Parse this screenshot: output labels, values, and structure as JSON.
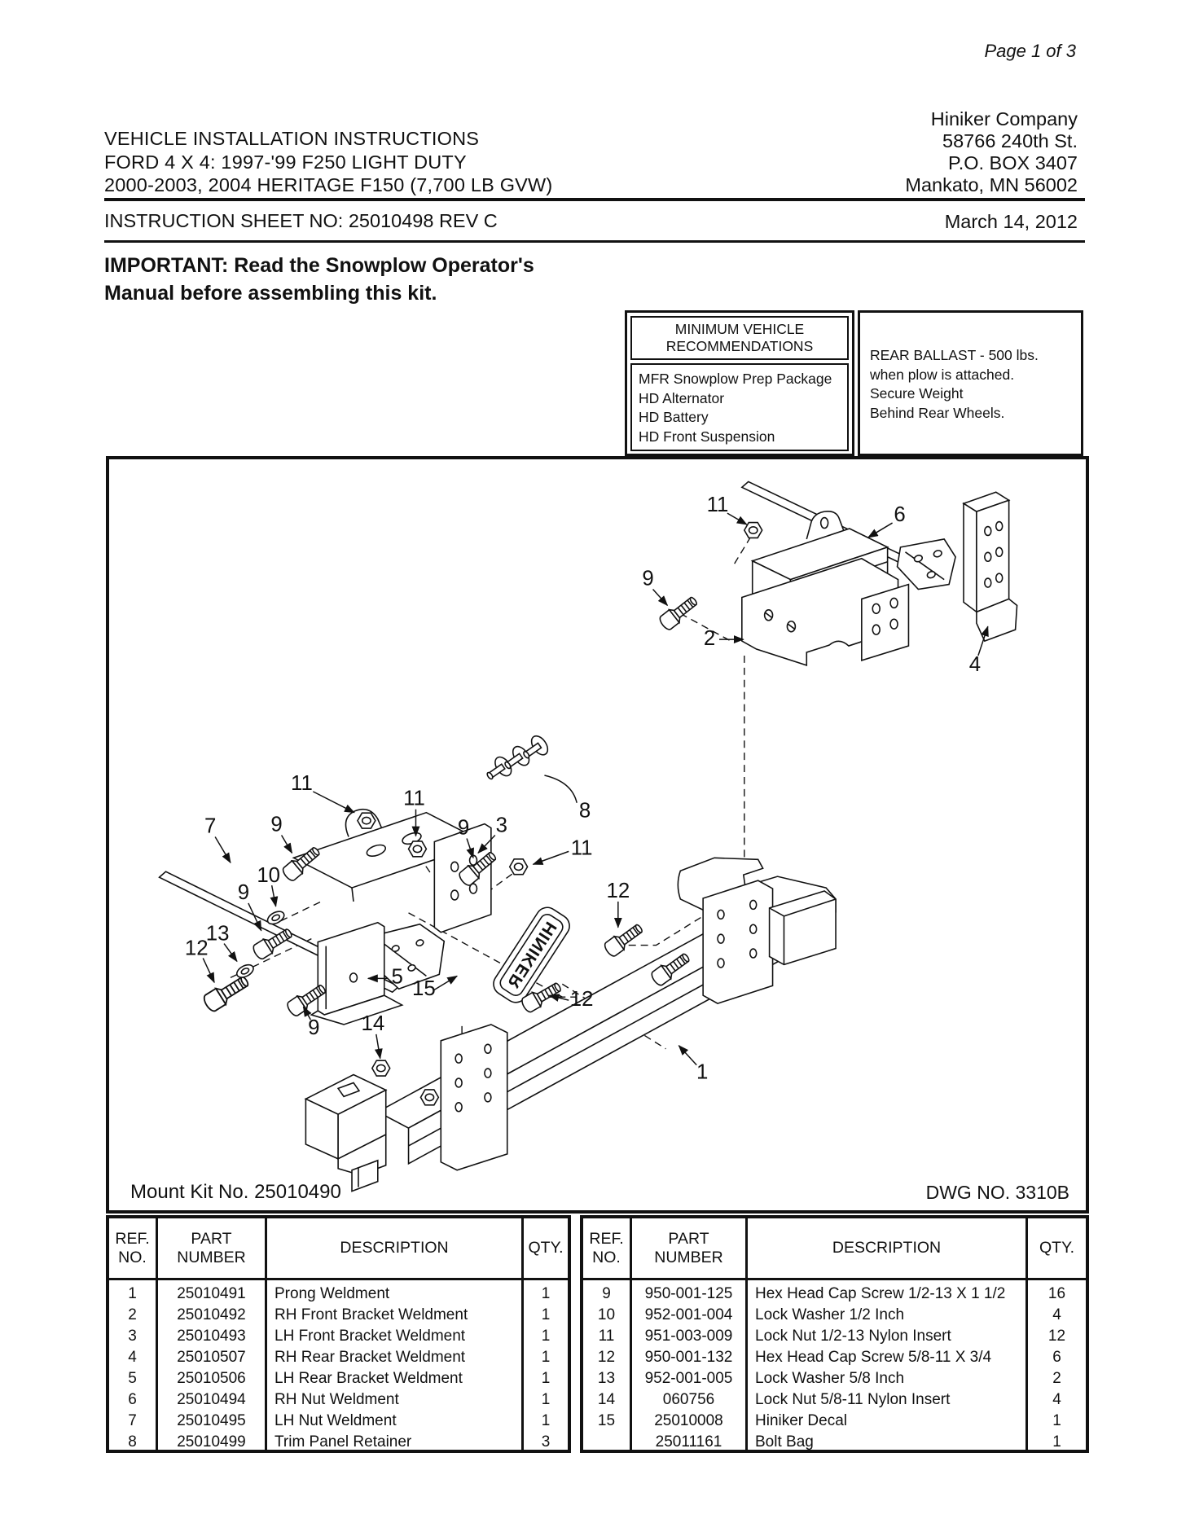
{
  "page_indicator": "Page 1 of 3",
  "header": {
    "title_lines": [
      "VEHICLE INSTALLATION INSTRUCTIONS",
      "FORD 4 X 4: 1997-'99 F250 LIGHT DUTY",
      "2000-2003, 2004 HERITAGE F150 (7,700 LB GVW)"
    ],
    "company_lines": [
      "Hiniker Company",
      "58766 240th St.",
      "P.O. BOX 3407",
      "Mankato, MN 56002"
    ]
  },
  "sheet": {
    "number_line": "INSTRUCTION SHEET NO: 25010498 REV C",
    "date": "March 14, 2012"
  },
  "important_note": {
    "line1": "IMPORTANT: Read the Snowplow Operator's",
    "line2": "Manual before assembling this kit."
  },
  "recommendations": {
    "title_line1": "MINIMUM VEHICLE",
    "title_line2": "RECOMMENDATIONS",
    "items": [
      "MFR Snowplow Prep Package",
      "HD Alternator",
      "HD Battery",
      "HD Front Suspension"
    ]
  },
  "ballast": {
    "lines": [
      "REAR BALLAST - 500 lbs.",
      "when plow is attached.",
      "Secure Weight",
      "Behind Rear Wheels."
    ]
  },
  "diagram": {
    "mount_kit": "Mount Kit No. 25010490",
    "dwg_no": "DWG NO. 3310B",
    "decal_text": "HINIKER",
    "callouts": [
      "11",
      "6",
      "9",
      "2",
      "4",
      "8",
      "11",
      "11",
      "7",
      "9",
      "9",
      "3",
      "11",
      "10",
      "9",
      "13",
      "12",
      "5",
      "15",
      "12",
      "9",
      "14",
      "12",
      "1"
    ]
  },
  "parts_table": {
    "headers": {
      "ref_line1": "REF.",
      "ref_line2": "NO.",
      "part_line1": "PART",
      "part_line2": "NUMBER",
      "description": "DESCRIPTION",
      "qty": "QTY."
    },
    "left_rows": [
      {
        "ref": "1",
        "part": "25010491",
        "desc": "Prong Weldment",
        "qty": "1"
      },
      {
        "ref": "2",
        "part": "25010492",
        "desc": "RH Front Bracket Weldment",
        "qty": "1"
      },
      {
        "ref": "3",
        "part": "25010493",
        "desc": "LH Front Bracket Weldment",
        "qty": "1"
      },
      {
        "ref": "4",
        "part": "25010507",
        "desc": "RH Rear Bracket Weldment",
        "qty": "1"
      },
      {
        "ref": "5",
        "part": "25010506",
        "desc": "LH Rear Bracket Weldment",
        "qty": "1"
      },
      {
        "ref": "6",
        "part": "25010494",
        "desc": "RH Nut Weldment",
        "qty": "1"
      },
      {
        "ref": "7",
        "part": "25010495",
        "desc": "LH Nut Weldment",
        "qty": "1"
      },
      {
        "ref": "8",
        "part": "25010499",
        "desc": "Trim Panel Retainer",
        "qty": "3"
      }
    ],
    "right_rows": [
      {
        "ref": "9",
        "part": "950-001-125",
        "desc": "Hex Head Cap Screw 1/2-13 X 1 1/2",
        "qty": "16"
      },
      {
        "ref": "10",
        "part": "952-001-004",
        "desc": "Lock Washer 1/2 Inch",
        "qty": "4"
      },
      {
        "ref": "11",
        "part": "951-003-009",
        "desc": "Lock Nut 1/2-13 Nylon Insert",
        "qty": "12"
      },
      {
        "ref": "12",
        "part": "950-001-132",
        "desc": "Hex Head Cap Screw 5/8-11 X 3/4",
        "qty": "6"
      },
      {
        "ref": "13",
        "part": "952-001-005",
        "desc": "Lock Washer 5/8 Inch",
        "qty": "2"
      },
      {
        "ref": "14",
        "part": "060756",
        "desc": "Lock Nut 5/8-11 Nylon Insert",
        "qty": "4"
      },
      {
        "ref": "15",
        "part": "25010008",
        "desc": "Hiniker Decal",
        "qty": "1"
      },
      {
        "ref": "",
        "part": "25011161",
        "desc": "Bolt Bag",
        "qty": "1"
      }
    ]
  }
}
